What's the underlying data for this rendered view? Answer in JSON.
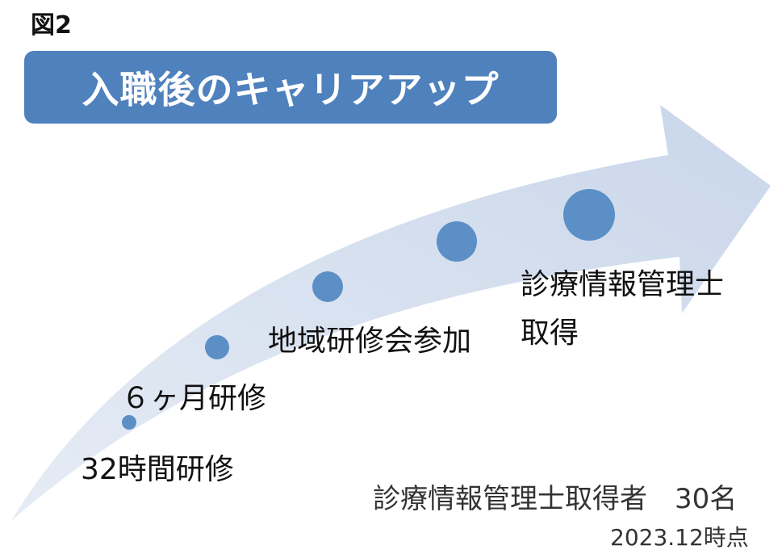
{
  "figure_label": "図2",
  "title": "入職後のキャリアアップ",
  "stages": [
    {
      "label": "32時間研修"
    },
    {
      "label": "６ヶ月研修"
    },
    {
      "label": "地域研修会参加"
    },
    {
      "label": "診療情報管理士"
    },
    {
      "label": "取得"
    }
  ],
  "footer": {
    "qualified_count": "診療情報管理士取得者　30名",
    "as_of_date": "2023.12時点"
  },
  "colors": {
    "title_bg": "#4f81bd",
    "title_text": "#ffffff",
    "arrow_fill": "#d5deec",
    "dot_fill": "#5b8fc6"
  }
}
